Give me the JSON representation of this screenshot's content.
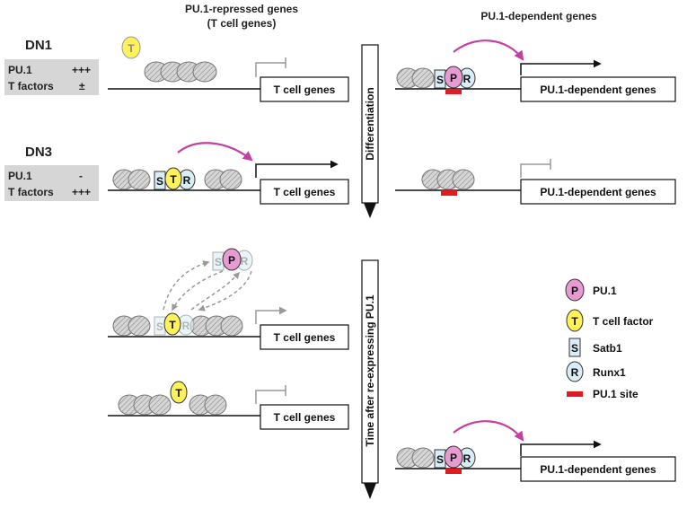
{
  "headers": {
    "repressed_line1": "PU.1-repressed genes",
    "repressed_line2": "(T cell genes)",
    "dependent": "PU.1-dependent genes"
  },
  "stages": {
    "dn1": {
      "name": "DN1",
      "row1_label": "PU.1",
      "row1_level": "+++",
      "row2_label": "T factors",
      "row2_level": "±"
    },
    "dn3": {
      "name": "DN3",
      "row1_label": "PU.1",
      "row1_level": "-",
      "row2_label": "T factors",
      "row2_level": "+++"
    }
  },
  "genes": {
    "t_cell": "T cell genes",
    "pu1_dependent": "PU.1-dependent genes"
  },
  "factors": {
    "pu1": "P",
    "t_factor": "T",
    "satb1": "S",
    "runx1": "R"
  },
  "arrows": {
    "differentiation": "Differentiation",
    "time_after": "Time after re-expressing PU.1"
  },
  "legend": {
    "pu1": "PU.1",
    "t_factor": "T cell factor",
    "satb1": "Satb1",
    "runx1": "Runx1",
    "pu1_site": "PU.1 site"
  },
  "colors": {
    "pu1_fill": "#e79bd0",
    "t_factor_fill": "#fff15a",
    "satb1_fill": "#d8edf5",
    "runx1_fill": "#d8edf5",
    "pu1_site": "#e01b24",
    "activation_arrow": "#c440a0",
    "level_box": "#d6d6d6",
    "inactive_gray": "#999999"
  }
}
